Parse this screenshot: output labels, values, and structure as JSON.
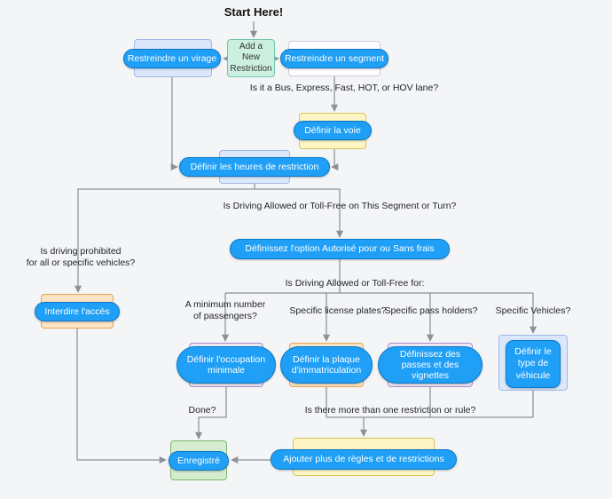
{
  "diagram": {
    "title": "Start Here!",
    "colors": {
      "pill_bg": "#1f9ff5",
      "pill_border": "#0b78c8",
      "blue_box_bg": "#dbe7fb",
      "blue_box_border": "#9fb8e8",
      "mint_box_bg": "#ccf0e0",
      "mint_box_border": "#6fc7a8",
      "green_box_bg": "#d4ecd0",
      "green_box_border": "#7fb86f",
      "yellow_box_bg": "#fdf6c4",
      "yellow_box_border": "#d8c457",
      "orange_box_bg": "#fce5c4",
      "orange_box_border": "#e3a455",
      "purple_box_bg": "#eee7f4",
      "purple_box_border": "#a98cc4",
      "white_box_bg": "#ffffff",
      "white_box_border": "#c9cfdb",
      "connector": "#8c9097",
      "text": "#222428"
    },
    "nodes": {
      "add_new": "Add a New Restriction",
      "restrict_turn": "Restreindre un virage",
      "restrict_segment": "Restreindre un segment",
      "define_lane": "Définir la voie",
      "define_hours": "Définir les heures de restriction",
      "define_allowed": "Définissez l'option Autorisé pour ou Sans frais",
      "forbid_access": "Interdire l'accès",
      "define_occupancy": "Définir l'occupation minimale",
      "define_plate": "Définir la plaque d'immatriculation",
      "define_passes": "Définissez des passes et des vignettes",
      "define_vehicle_type": "Définir le type de véhicule",
      "add_more": "Ajouter plus de règles et de restrictions",
      "saved": "Enregistré"
    },
    "questions": {
      "lane_q": "Is it a Bus, Express, Fast, HOT, or HOV lane?",
      "allowed_q": "Is Driving Allowed or Toll-Free on This Segment or Turn?",
      "prohibited_q": "Is driving prohibited\nfor all or specific vehicles?",
      "allowed_for_q": "Is Driving Allowed or Toll-Free for:",
      "min_passengers_q": "A minimum number\nof passengers?",
      "plates_q": "Specific license plates?",
      "pass_holders_q": "Specific pass holders?",
      "vehicles_q": "Specific Vehicles?",
      "done_q": "Done?",
      "more_q": "Is there more than one restriction or rule?"
    }
  }
}
